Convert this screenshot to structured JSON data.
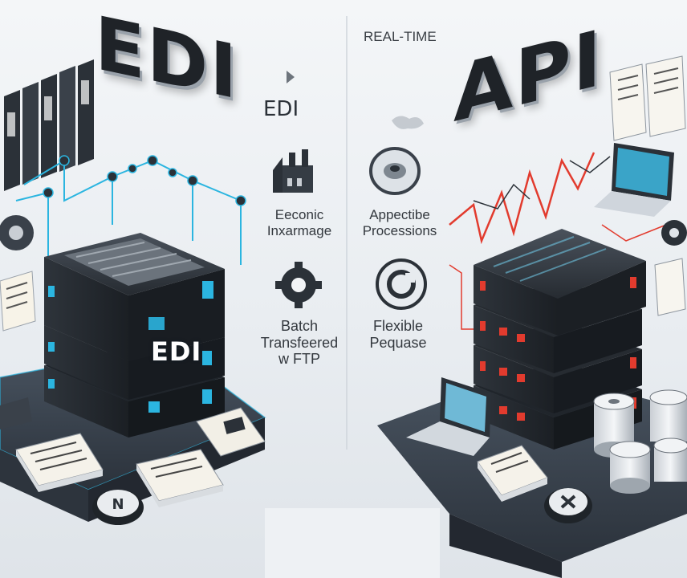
{
  "left_panel": {
    "title": "EDI",
    "server_label": "EDI"
  },
  "center_left": {
    "edi_label": "EDI",
    "feature1": [
      "Eeconic",
      "Inxarmage"
    ],
    "feature2": [
      "Batch",
      "Transfeered",
      "w FTP"
    ]
  },
  "center_right": {
    "realtime_label": "REAL-TIME",
    "feature1": [
      "Appectibe",
      "Processions"
    ],
    "feature2": [
      "Flexible",
      "Pequase"
    ]
  },
  "right_panel": {
    "title": "API"
  },
  "colors": {
    "edi_accent": "#2bb5e0",
    "api_accent": "#e23b2e",
    "server_dark": "#2b3138",
    "platform": "#3b4450"
  }
}
